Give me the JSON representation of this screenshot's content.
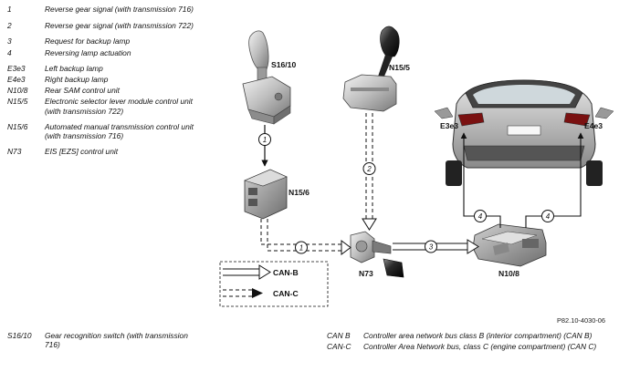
{
  "legend_top": [
    {
      "key": "1",
      "text": "Reverse gear signal (with transmission 716)"
    },
    {
      "key": "2",
      "text": "Reverse gear signal (with transmission 722)"
    },
    {
      "key": "3",
      "text": "Request for backup lamp"
    },
    {
      "key": "4",
      "text": "Reversing lamp actuation"
    },
    {
      "key": "E3e3",
      "text": "Left backup lamp"
    },
    {
      "key": "E4e3",
      "text": "Right backup lamp"
    },
    {
      "key": "N10/8",
      "text": "Rear SAM control unit"
    },
    {
      "key": "N15/5",
      "text": "Electronic selector lever module control unit (with transmission 722)"
    },
    {
      "key": "N15/6",
      "text": "Automated manual transmission control unit (with transmission 716)"
    },
    {
      "key": "N73",
      "text": "EIS [EZS] control unit"
    }
  ],
  "legend_bottom_left": [
    {
      "key": "S16/10",
      "text": "Gear recognition switch (with transmission 716)"
    }
  ],
  "legend_bottom_right": [
    {
      "key": "CAN B",
      "text": "Controller area network bus class B (interior compartment) (CAN B)"
    },
    {
      "key": "CAN-C",
      "text": "Controller Area Network bus, class C (engine compartment) (CAN C)"
    }
  ],
  "figure_ref": "P82.10-4030-06",
  "diagram": {
    "labels": {
      "s16_10": "S16/10",
      "n15_5": "N15/5",
      "n15_6": "N15/6",
      "n73": "N73",
      "n10_8": "N10/8",
      "e3e3": "E3e3",
      "e4e3": "E4e3",
      "can_b": "CAN-B",
      "can_c": "CAN-C"
    },
    "markers": {
      "m1_top": "1",
      "m1_bottom": "1",
      "m2": "2",
      "m3": "3",
      "m4_left": "4",
      "m4_right": "4"
    }
  }
}
